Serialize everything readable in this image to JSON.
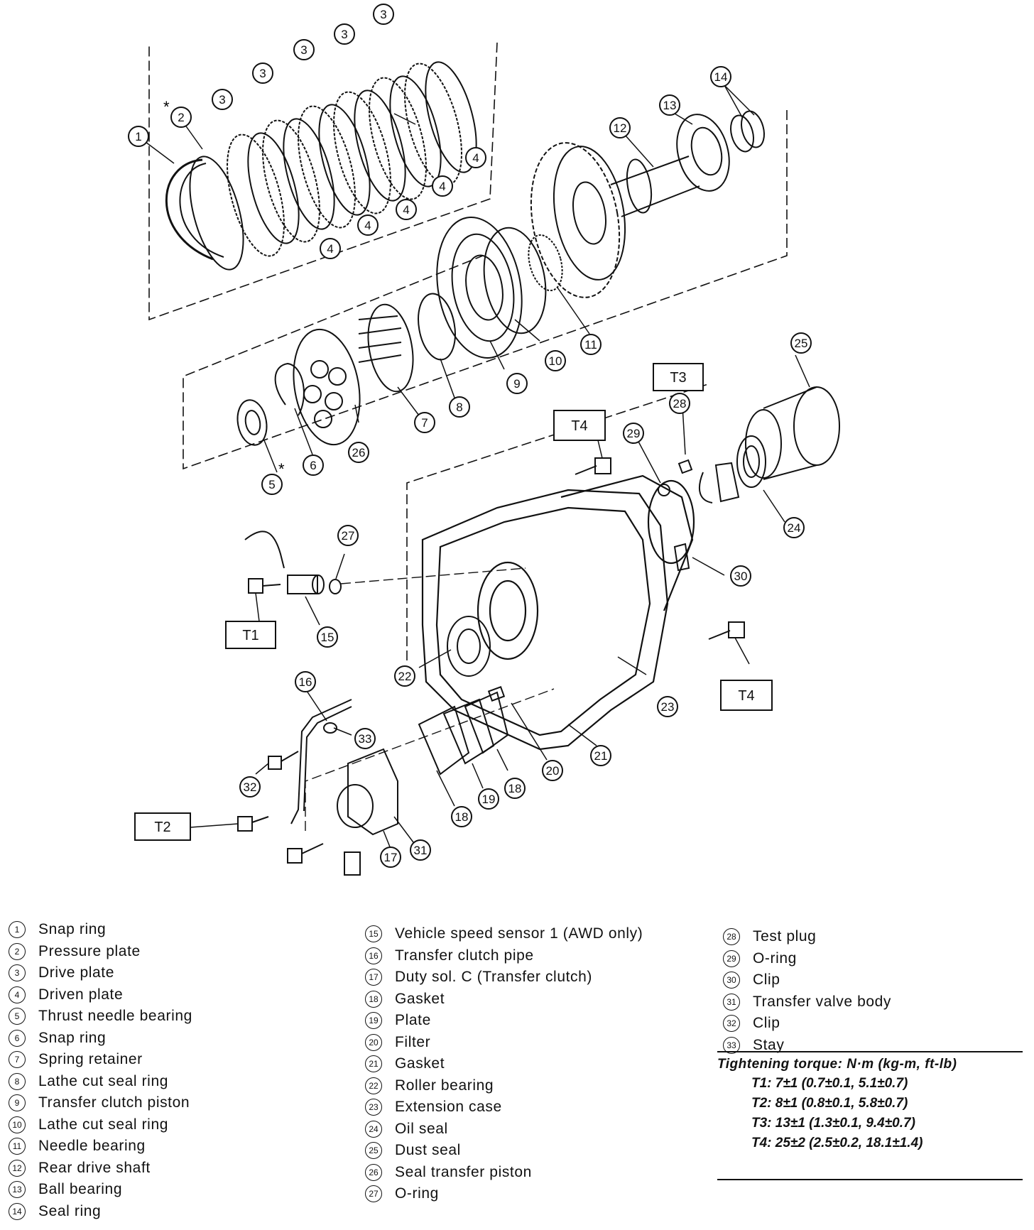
{
  "callouts": [
    "1",
    "2",
    "3",
    "4",
    "5",
    "6",
    "7",
    "8",
    "9",
    "10",
    "11",
    "12",
    "13",
    "14",
    "15",
    "16",
    "17",
    "18",
    "19",
    "20",
    "21",
    "22",
    "23",
    "24",
    "25",
    "26",
    "27",
    "28",
    "29",
    "30",
    "31",
    "32",
    "33"
  ],
  "asterisk": "*",
  "torque_boxes": {
    "t1": "T1",
    "t2": "T2",
    "t3": "T3",
    "t4": "T4"
  },
  "legend": {
    "col1": [
      {
        "n": "1",
        "label": "Snap ring"
      },
      {
        "n": "2",
        "label": "Pressure plate"
      },
      {
        "n": "3",
        "label": "Drive plate"
      },
      {
        "n": "4",
        "label": "Driven plate"
      },
      {
        "n": "5",
        "label": "Thrust needle bearing"
      },
      {
        "n": "6",
        "label": "Snap ring"
      },
      {
        "n": "7",
        "label": "Spring retainer"
      },
      {
        "n": "8",
        "label": "Lathe cut seal ring"
      },
      {
        "n": "9",
        "label": "Transfer clutch piston"
      },
      {
        "n": "10",
        "label": "Lathe cut seal ring"
      },
      {
        "n": "11",
        "label": "Needle bearing"
      },
      {
        "n": "12",
        "label": "Rear drive shaft"
      },
      {
        "n": "13",
        "label": "Ball bearing"
      },
      {
        "n": "14",
        "label": "Seal ring"
      }
    ],
    "col2": [
      {
        "n": "15",
        "label": "Vehicle speed sensor 1 (AWD only)"
      },
      {
        "n": "16",
        "label": "Transfer clutch pipe"
      },
      {
        "n": "17",
        "label": "Duty sol. C (Transfer clutch)"
      },
      {
        "n": "18",
        "label": "Gasket"
      },
      {
        "n": "19",
        "label": "Plate"
      },
      {
        "n": "20",
        "label": "Filter"
      },
      {
        "n": "21",
        "label": "Gasket"
      },
      {
        "n": "22",
        "label": "Roller bearing"
      },
      {
        "n": "23",
        "label": "Extension case"
      },
      {
        "n": "24",
        "label": "Oil seal"
      },
      {
        "n": "25",
        "label": "Dust seal"
      },
      {
        "n": "26",
        "label": "Seal transfer piston"
      },
      {
        "n": "27",
        "label": "O-ring"
      }
    ],
    "col3": [
      {
        "n": "28",
        "label": "Test plug"
      },
      {
        "n": "29",
        "label": "O-ring"
      },
      {
        "n": "30",
        "label": "Clip"
      },
      {
        "n": "31",
        "label": "Transfer valve body"
      },
      {
        "n": "32",
        "label": "Clip"
      },
      {
        "n": "33",
        "label": "Stay"
      }
    ]
  },
  "torque": {
    "title": "Tightening torque: N·m (kg-m, ft-lb)",
    "lines": [
      "T1: 7±1 (0.7±0.1, 5.1±0.7)",
      "T2: 8±1 (0.8±0.1, 5.8±0.7)",
      "T3: 13±1 (1.3±0.1, 9.4±0.7)",
      "T4: 25±2 (2.5±0.2, 18.1±1.4)"
    ]
  }
}
